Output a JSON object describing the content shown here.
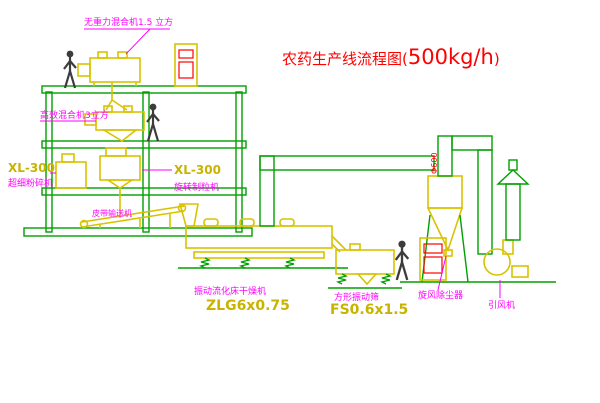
{
  "title": {
    "prefix": "农药生产线流程图(",
    "capacity": "500kg/h",
    "suffix": ")"
  },
  "labels": {
    "top_mixer": "无重力混合机1.5 立方",
    "mid_mixer": "高效混合机3立方",
    "left_mill_model": "XL-300",
    "left_mill_name": "超细粉碎机",
    "center_mill_model": "XL-300",
    "center_mill_name": "旋转制粒机",
    "belt_conveyor": "皮带输送机",
    "dryer_name": "振动流化床干燥机",
    "dryer_model": "ZLG6x0.75",
    "screen_name": "方形振动筛",
    "screen_model": "FS0.6x1.5",
    "cyclone": "旋风除尘器",
    "fan": "引风机",
    "duct_diameter": "Φ600"
  },
  "colors": {
    "line_green": "#00a000",
    "equipment_yellow": "#d9c300",
    "label_magenta": "#ff00ff",
    "annotation_red": "#ff0000",
    "background": "#ffffff"
  }
}
